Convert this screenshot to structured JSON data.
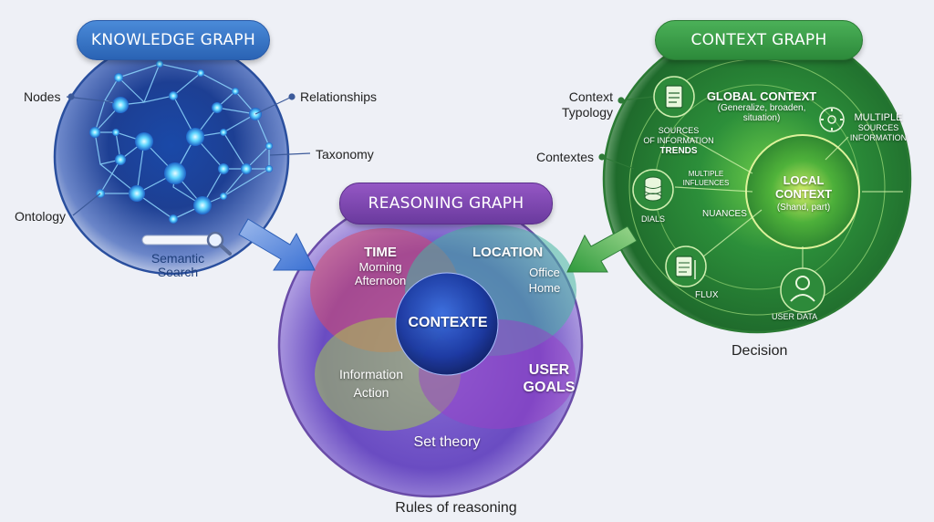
{
  "knowledge_graph": {
    "title": "KNOWLEDGE GRAPH",
    "labels": [
      "Nodes",
      "Relationships",
      "Taxonomy",
      "Ontology"
    ],
    "search_label_line1": "Semantic",
    "search_label_line2": "Search",
    "icons": [
      "search-icon"
    ],
    "color": "#2f6fbf"
  },
  "reasoning_graph": {
    "title": "REASONING GRAPH",
    "sets": [
      {
        "title": "TIME",
        "line1": "Morning",
        "line2": "Afternoon"
      },
      {
        "title": "LOCATION",
        "line1": "Office",
        "line2": "Home"
      },
      {
        "title": "",
        "line1": "Information",
        "line2": "Action"
      },
      {
        "title1": "USER",
        "title2": "GOALS"
      }
    ],
    "center": "CONTEXTE",
    "inner_caption": "Set theory",
    "caption": "Rules of reasoning",
    "color": "#7b3fa6"
  },
  "context_graph": {
    "title": "CONTEXT GRAPH",
    "labels": [
      "Context",
      "Typology",
      "Contextes"
    ],
    "global_title": "GLOBAL CONTEXT",
    "global_sub1": "(Generalize, broaden,",
    "global_sub2": "situation)",
    "sources_line1": "SOURCES",
    "sources_line2": "OF INFORMATION",
    "sources_line3": "TRENDS",
    "multiple_sources_line1": "MULTIPLE",
    "multiple_sources_line2": "SOURCES",
    "multiple_sources_line3": "INFORMATION",
    "multiple_influences_line1": "MULTIPLE",
    "multiple_influences_line2": "INFLUENCES",
    "dials": "DIALS",
    "nuances": "NUANCES",
    "local_line1": "LOCAL",
    "local_line2": "CONTEXT",
    "local_sub": "(Shand, part)",
    "flux": "FLUX",
    "user_data": "USER DATA",
    "caption": "Decision",
    "icons": [
      "document-icon",
      "database-icon",
      "gear-icon",
      "file-stack-icon",
      "user-icon"
    ],
    "color": "#2f9a4a"
  }
}
